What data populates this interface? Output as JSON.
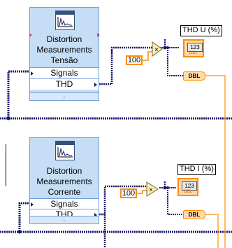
{
  "block1": {
    "vi_name": [
      "Distortion",
      "Measurements",
      "Tensão"
    ],
    "terminals": [
      "Signals",
      "THD"
    ],
    "constant": "100",
    "indicator_label": "THD U (%)",
    "indicator_display": "123",
    "indicator_type": "DBL",
    "conversion": "DBL"
  },
  "block2": {
    "vi_name": [
      "Distortion",
      "Measurements",
      "Corrente"
    ],
    "terminals": [
      "Signals",
      "THD"
    ],
    "constant": "100",
    "indicator_label": "THD I (%)",
    "indicator_display": "123",
    "indicator_type": "DBL",
    "conversion": "DBL"
  },
  "icons": {
    "vi_icon": "spectrum-graph-icon",
    "multiply": "multiply-icon",
    "expand": "chevron-down-icon"
  },
  "colors": {
    "vi_background": "#c5def5",
    "dbl_wire": "#ff8c00",
    "waveform_wire": "#1a1a6e"
  }
}
